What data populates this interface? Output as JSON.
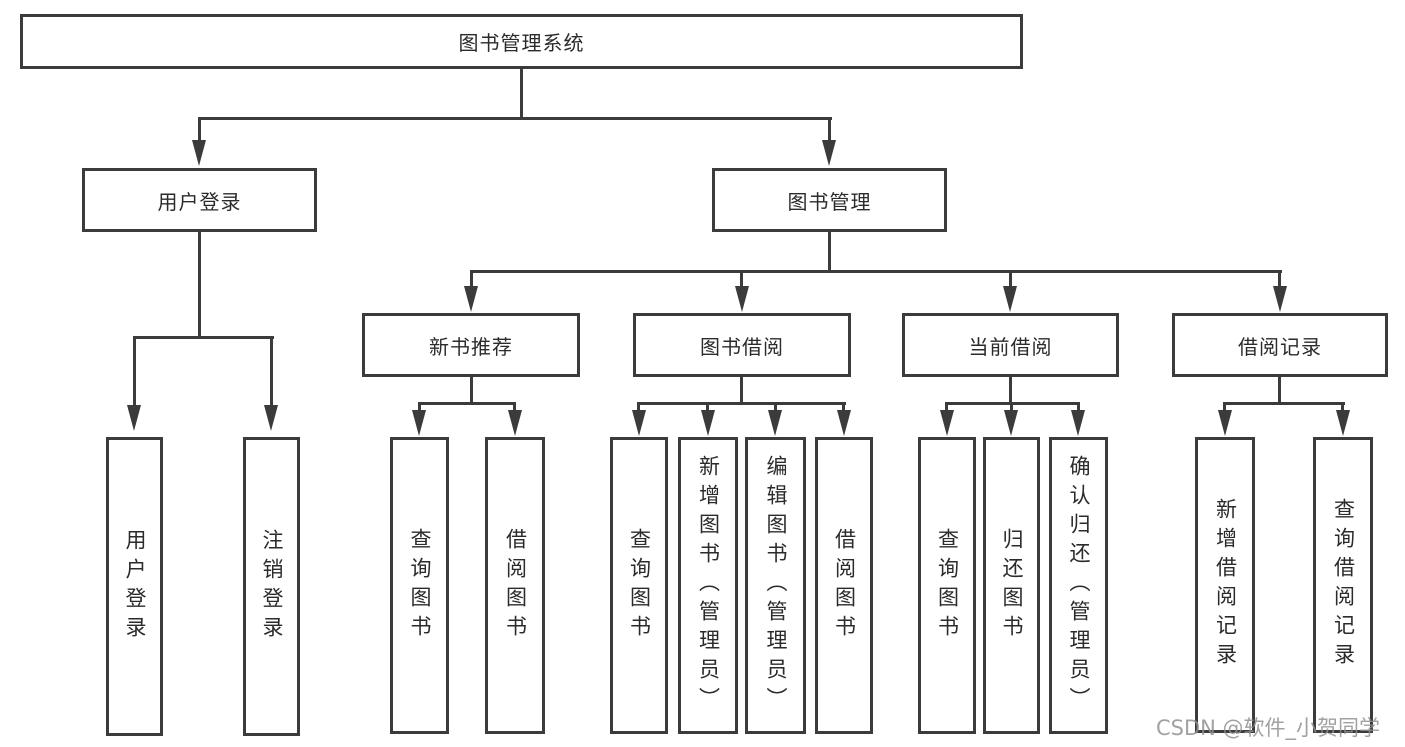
{
  "tree": {
    "root": {
      "label": "图书管理系统"
    },
    "level2": [
      {
        "label": "用户登录"
      },
      {
        "label": "图书管理"
      }
    ],
    "level3": [
      {
        "label": "新书推荐"
      },
      {
        "label": "图书借阅"
      },
      {
        "label": "当前借阅"
      },
      {
        "label": "借阅记录"
      }
    ],
    "leaves": {
      "user_login": [
        {
          "label": "用户登录"
        },
        {
          "label": "注销登录"
        }
      ],
      "new_book_recommend": [
        {
          "label": "查询图书"
        },
        {
          "label": "借阅图书"
        }
      ],
      "book_borrow": [
        {
          "label": "查询图书"
        },
        {
          "label": "新增图书（管理员）"
        },
        {
          "label": "编辑图书（管理员）"
        },
        {
          "label": "借阅图书"
        }
      ],
      "current_borrow": [
        {
          "label": "查询图书"
        },
        {
          "label": "归还图书"
        },
        {
          "label": "确认归还（管理员）"
        }
      ],
      "borrow_records": [
        {
          "label": "新增借阅记录"
        },
        {
          "label": "查询借阅记录"
        }
      ]
    }
  },
  "watermark": {
    "text": "CSDN @软件_小贺同学"
  },
  "colors": {
    "line": "#3b3b3b",
    "text": "#2b2b2b",
    "watermark": "#919191",
    "background": "#ffffff"
  }
}
